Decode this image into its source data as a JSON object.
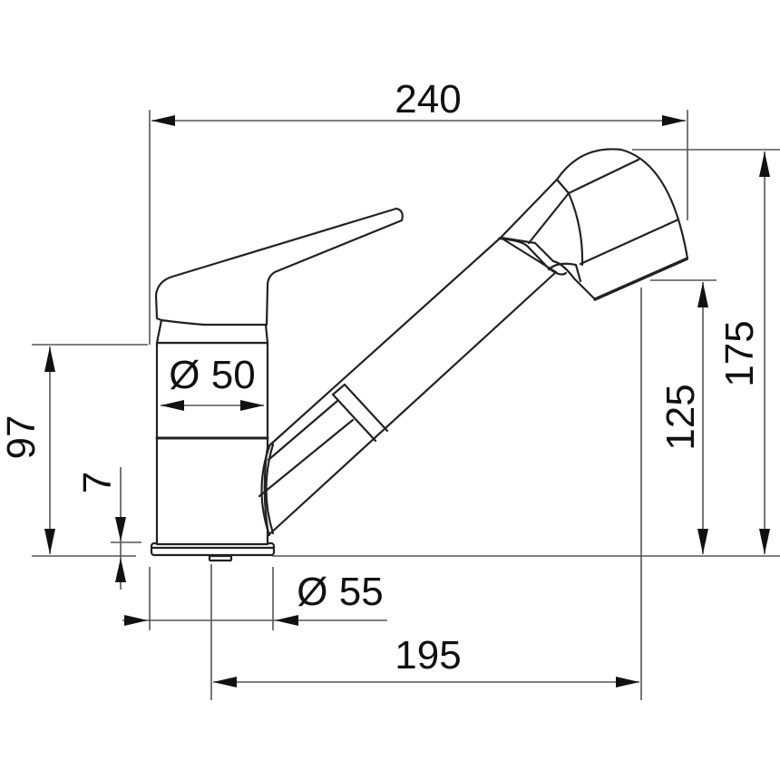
{
  "drawing": {
    "subject": "pull-out spray kitchen faucet, side elevation",
    "line_color": "#222222",
    "dimension_color": "#555555",
    "background": "#ffffff"
  },
  "dimensions": {
    "overall_width": "240",
    "base_diameter": "Ø 55",
    "body_diameter": "Ø 50",
    "spout_reach": "195",
    "body_height": "97",
    "base_plate_thickness": "7",
    "spout_outlet_height": "125",
    "overall_height": "175"
  }
}
